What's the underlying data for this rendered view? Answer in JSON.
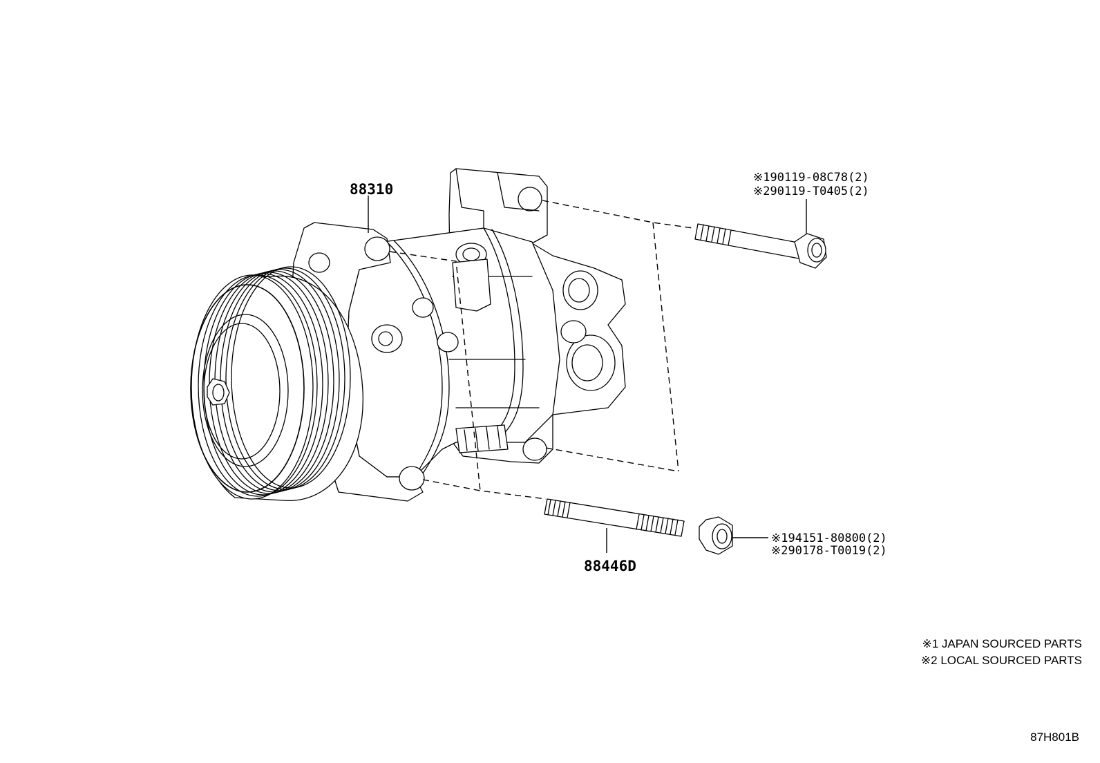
{
  "labels": {
    "compressor": "88310",
    "stud_bolt": "88446D",
    "bolt_part_1": "※190119-08C78(2)",
    "bolt_part_2": "※290119-T0405(2)",
    "nut_part_1": "※194151-80800(2)",
    "nut_part_2": "※290178-T0019(2)"
  },
  "notes": {
    "note_1": "※1 JAPAN SOURCED PARTS",
    "note_2": "※2 LOCAL SOURCED PARTS"
  },
  "illustration_code": "87H801B"
}
